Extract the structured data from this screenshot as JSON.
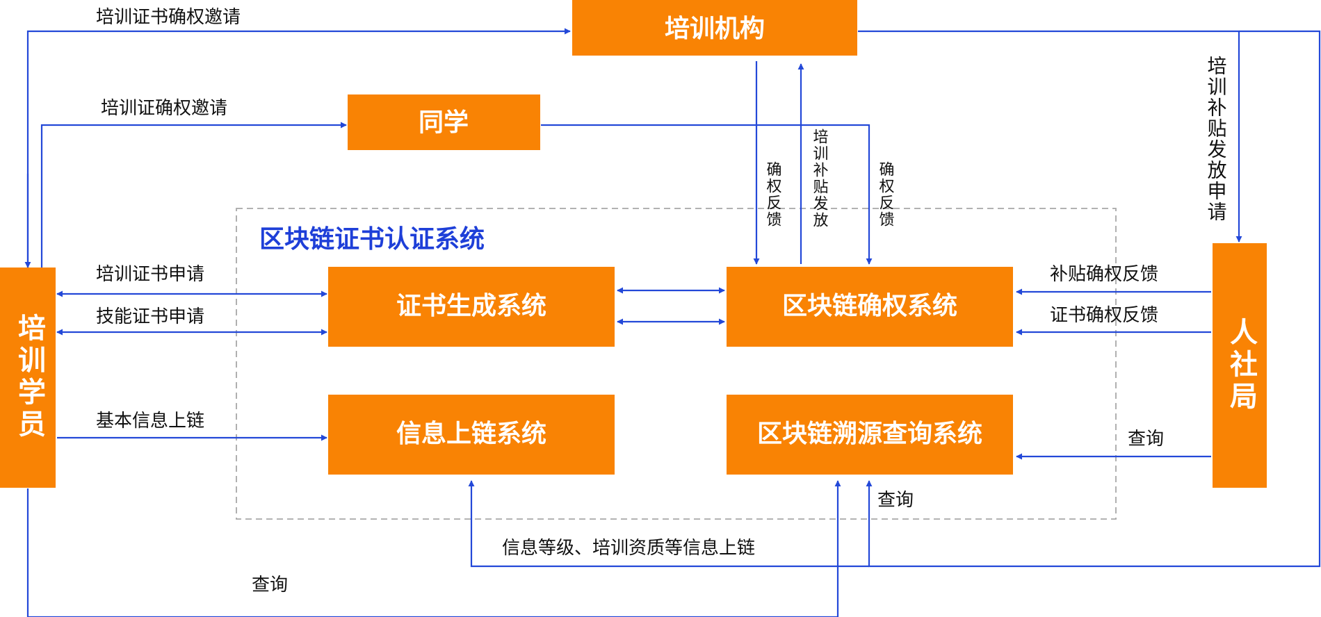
{
  "nodes": {
    "training_org": "培训机构",
    "classmate": "同学",
    "trainee": "培训学员",
    "hr_bureau": "人社局",
    "cert_gen": "证书生成系统",
    "chain_confirm": "区块链确权系统",
    "info_chain": "信息上链系统",
    "trace_query": "区块链溯源查询系统"
  },
  "system_title": "区块链证书认证系统",
  "labels": {
    "cert_confirm_invite": "培训证书确权邀请",
    "training_cert_invite": "培训证确权邀请",
    "training_cert_apply": "培训证书申请",
    "skill_cert_apply": "技能证书申请",
    "basic_info_chain": "基本信息上链",
    "confirm_feedback_1": "确权反馈",
    "subsidy_issue": "培训补贴发放",
    "confirm_feedback_2": "确权反馈",
    "subsidy_apply": "培训补贴发放申请",
    "subsidy_confirm_feedback": "补贴确权反馈",
    "cert_confirm_feedback": "证书确权反馈",
    "query_right": "查询",
    "query_bottom_mid": "查询",
    "info_level_chain": "信息等级、培训资质等信息上链",
    "query_bottom_left": "查询"
  },
  "colors": {
    "box": "#F98304",
    "line": "#2348D8",
    "title": "#1E3FD8"
  }
}
